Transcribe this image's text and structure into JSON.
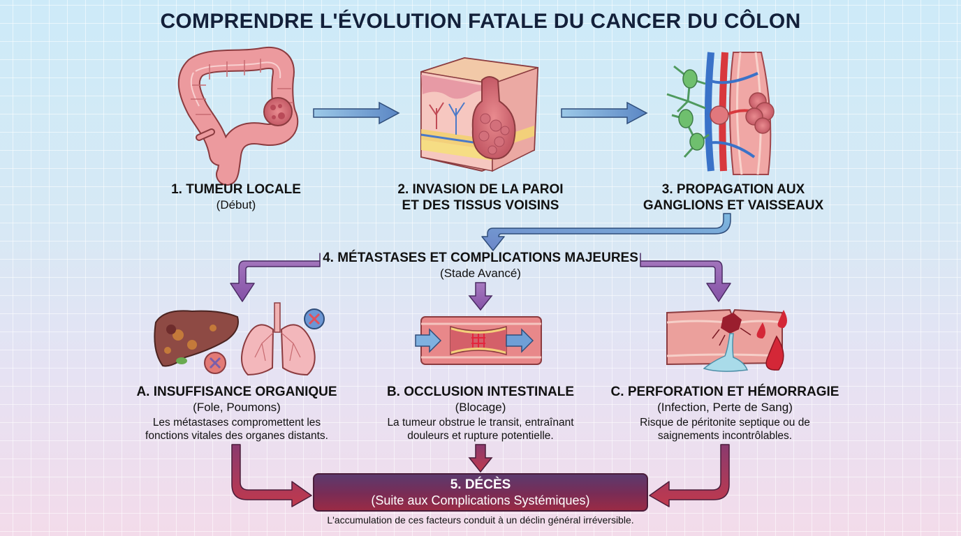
{
  "title": "COMPRENDRE L'ÉVOLUTION FATALE DU CANCER DU CÔLON",
  "stages": [
    {
      "heading": "1. TUMEUR LOCALE",
      "subtitle": "(Début)",
      "icon": "colon-with-tumor-icon"
    },
    {
      "heading_line1": "2. INVASION DE LA PAROI",
      "heading_line2": "ET DES TISSUS VOISINS",
      "icon": "tissue-invasion-block-icon"
    },
    {
      "heading_line1": "3. PROPAGATION AUX",
      "heading_line2": "GANGLIONS ET VAISSEAUX",
      "icon": "lymph-nodes-vessels-icon"
    }
  ],
  "metastases": {
    "heading": "4. MÉTASTASES ET COMPLICATIONS MAJEURES",
    "subtitle": "(Stade Avancé)"
  },
  "complications": [
    {
      "heading": "A. INSUFFISANCE ORGANIQUE",
      "subtitle": "(Fole, Poumons)",
      "desc_line1": "Les métastases compromettent les",
      "desc_line2": "fonctions vitales des organes distants.",
      "icon": "liver-lungs-failure-icon"
    },
    {
      "heading": "B. OCCLUSION INTESTINALE",
      "subtitle": "(Blocage)",
      "desc_line1": "La tumeur obstrue le transit, entraînant",
      "desc_line2": "douleurs et rupture potentielle.",
      "icon": "intestinal-blockage-icon"
    },
    {
      "heading": "C. PERFORATION ET HÉMORRAGIE",
      "subtitle": "(Infection, Perte de Sang)",
      "desc_line1": "Risque de péritonite septique ou de",
      "desc_line2": "saignements incontrôlables.",
      "icon": "perforation-bleeding-icon"
    }
  ],
  "death": {
    "heading": "5. DÉCÈS",
    "subtitle": "(Suite aux Complications Systémiques)",
    "footnote": "L'accumulation de ces facteurs conduit à un déclin général irréversible."
  },
  "colors": {
    "title": "#13203a",
    "arrow_blue": "#6f9fd0",
    "arrow_purple": "#8a5aa6",
    "arrow_red": "#b0304a",
    "death_box_top": "#5b3a6e",
    "death_box_bottom": "#9a2b45"
  }
}
